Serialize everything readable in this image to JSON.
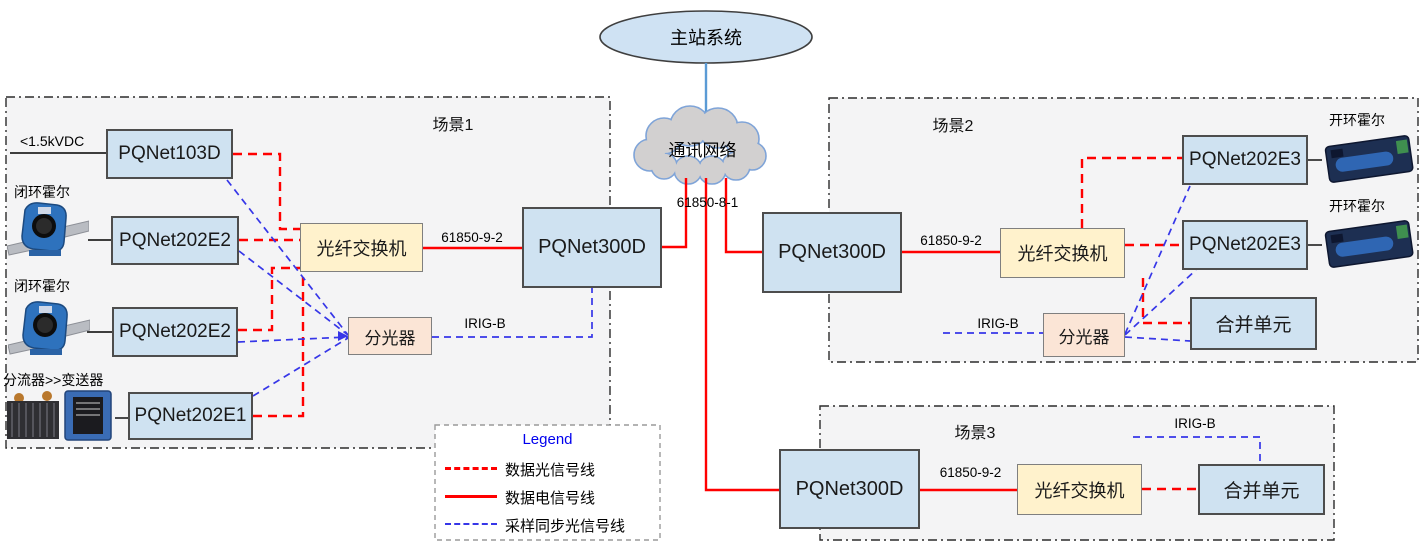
{
  "colors": {
    "device_fill": "#cfe2f1",
    "switch_fill": "#fff2cc",
    "splitter_fill": "#fbe5d6",
    "scene_fill": "#f4f4f5",
    "cloud_fill": "#d2d0d0",
    "cloud_stroke": "#7fa4d8",
    "data_optical_line": "#ff0000",
    "data_electrical_line": "#ff0000",
    "sync_optical_line": "#3636e8",
    "master_link": "#5b9bd5",
    "legend_title": "#0000ee"
  },
  "top": {
    "master_system": "主站系统",
    "network_cloud": "通讯网络",
    "link_label": "61850-8-1"
  },
  "scene1": {
    "title": "场景1",
    "input_label": "<1.5kVDC",
    "hall_closed_label_1": "闭环霍尔",
    "hall_closed_label_2": "闭环霍尔",
    "shunt_label": "分流器>>变送器",
    "pqnet103d": "PQNet103D",
    "pqnet202e2_1": "PQNet202E2",
    "pqnet202e2_2": "PQNet202E2",
    "pqnet202e1": "PQNet202E1",
    "fiber_switch": "光纤交换机",
    "splitter": "分光器",
    "pqnet300d": "PQNet300D",
    "bus_label": "61850-9-2",
    "irig_label": "IRIG-B"
  },
  "scene2": {
    "title": "场景2",
    "pqnet300d": "PQNet300D",
    "fiber_switch": "光纤交换机",
    "pqnet202e3_1": "PQNet202E3",
    "pqnet202e3_2": "PQNet202E3",
    "hall_open_label_1": "开环霍尔",
    "hall_open_label_2": "开环霍尔",
    "merging_unit": "合并单元",
    "splitter": "分光器",
    "bus_label": "61850-9-2",
    "irig_label": "IRIG-B"
  },
  "scene3": {
    "title": "场景3",
    "pqnet300d": "PQNet300D",
    "fiber_switch": "光纤交换机",
    "merging_unit": "合并单元",
    "bus_label": "61850-9-2",
    "irig_label": "IRIG-B"
  },
  "legend": {
    "title": "Legend",
    "items": [
      {
        "label": "数据光信号线",
        "style": "red-dashed"
      },
      {
        "label": "数据电信号线",
        "style": "red-solid"
      },
      {
        "label": "采样同步光信号线",
        "style": "blue-dashed"
      }
    ]
  }
}
